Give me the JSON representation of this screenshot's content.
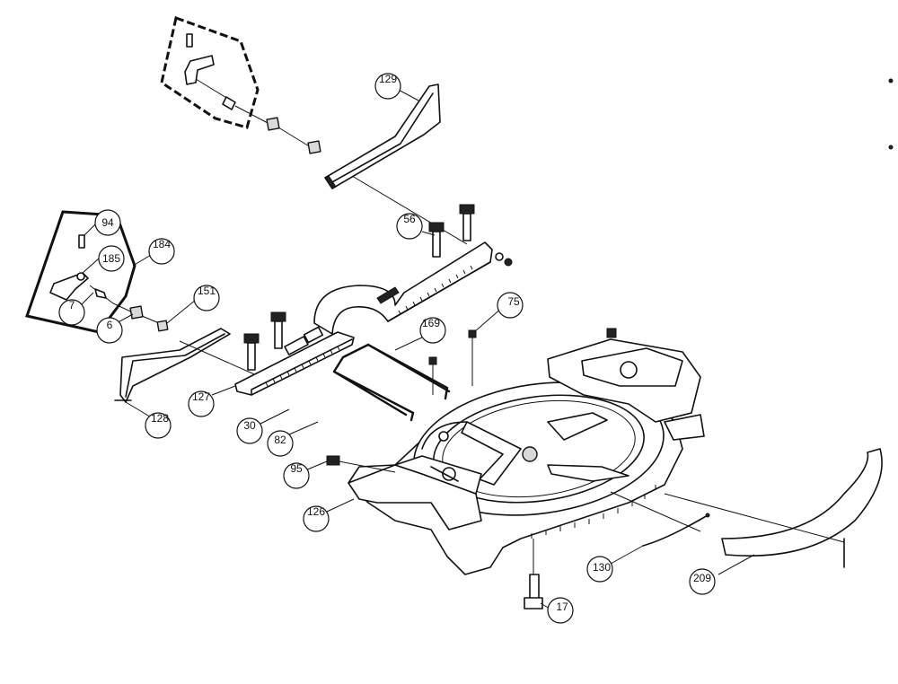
{
  "diagram": {
    "callouts": [
      {
        "id": "c94",
        "label": "94"
      },
      {
        "id": "c185",
        "label": "185"
      },
      {
        "id": "c184",
        "label": "184"
      },
      {
        "id": "c7",
        "label": "7"
      },
      {
        "id": "c6",
        "label": "6"
      },
      {
        "id": "c151",
        "label": "151"
      },
      {
        "id": "c128",
        "label": "128"
      },
      {
        "id": "c127",
        "label": "127"
      },
      {
        "id": "c30",
        "label": "30"
      },
      {
        "id": "c82",
        "label": "82"
      },
      {
        "id": "c95",
        "label": "95"
      },
      {
        "id": "c126",
        "label": "126"
      },
      {
        "id": "c129",
        "label": "129"
      },
      {
        "id": "c56",
        "label": "56"
      },
      {
        "id": "c169",
        "label": "169"
      },
      {
        "id": "c75",
        "label": "75"
      },
      {
        "id": "c130",
        "label": "130"
      },
      {
        "id": "c209",
        "label": "209"
      },
      {
        "id": "c17",
        "label": "17"
      }
    ]
  }
}
